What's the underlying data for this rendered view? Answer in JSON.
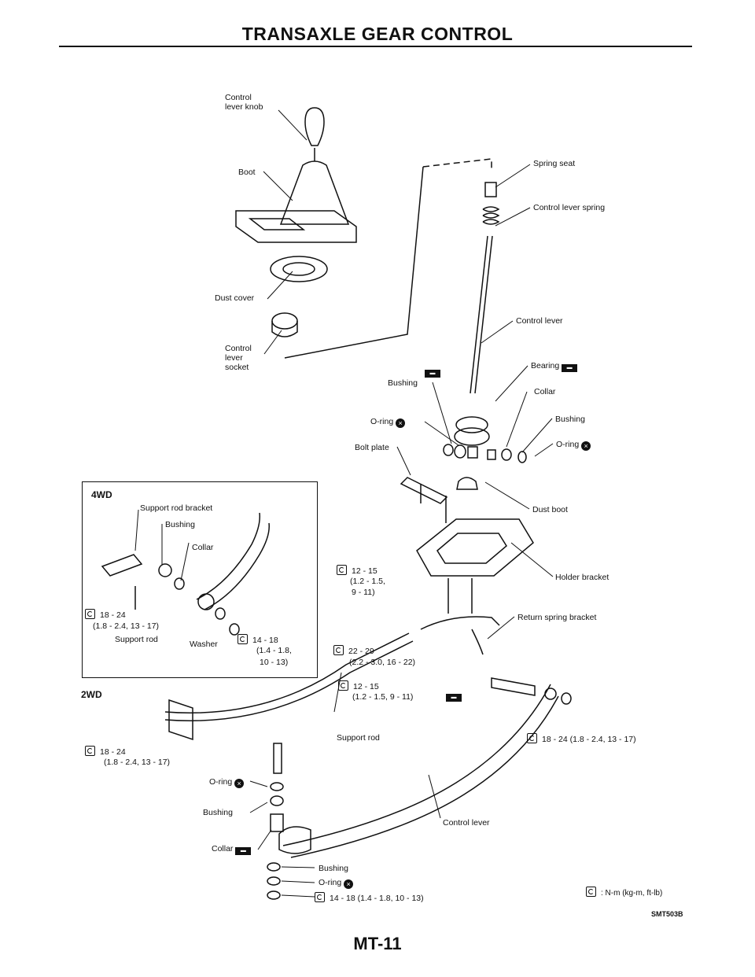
{
  "header": {
    "title": "TRANSAXLE GEAR CONTROL"
  },
  "labels": {
    "control_lever_knob": "Control\nlever knob",
    "boot": "Boot",
    "dust_cover": "Dust cover",
    "control_lever_socket": "Control\nlever\nsocket",
    "spring_seat": "Spring seat",
    "control_lever_spring": "Control lever spring",
    "control_lever_top": "Control lever",
    "bearing": "Bearing",
    "collar_top": "Collar",
    "bushing_right": "Bushing",
    "oring_right": "O-ring",
    "bushing_left": "Bushing",
    "oring_left": "O-ring",
    "bolt_plate": "Bolt plate",
    "dust_boot": "Dust boot",
    "holder_bracket": "Holder bracket",
    "return_spring_bracket": "Return spring bracket",
    "support_rod_2wd": "Support rod",
    "control_lever_bottom": "Control lever",
    "oring_bottom": "O-ring",
    "bushing_bottom": "Bushing",
    "collar_bottom": "Collar",
    "bushing_bottom2": "Bushing",
    "oring_bottom2": "O-ring"
  },
  "box4wd": {
    "title": "4WD",
    "support_rod_bracket": "Support rod bracket",
    "bushing": "Bushing",
    "collar": "Collar",
    "torque_a": "18 - 24",
    "torque_a2": "(1.8 - 2.4, 13 - 17)",
    "support_rod": "Support rod",
    "washer": "Washer",
    "torque_b": "14 - 18",
    "torque_b2": "(1.4 - 1.8,",
    "torque_b3": "10 - 13)"
  },
  "section_2wd": "2WD",
  "torques": {
    "t1_a": "12 - 15",
    "t1_b": "(1.2 - 1.5,",
    "t1_c": "9 - 11)",
    "t2_a": "22 - 29",
    "t2_b": "(2.2 - 3.0, 16 - 22)",
    "t3_a": "12 - 15",
    "t3_b": "(1.2 - 1.5, 9 - 11)",
    "t4": "18 - 24 (1.8 - 2.4, 13 - 17)",
    "t5_a": "18 - 24",
    "t5_b": "(1.8 - 2.4, 13 - 17)",
    "t6": "14 - 18 (1.4 - 1.8, 10 - 13)"
  },
  "legend": {
    "text": ": N-m (kg-m, ft-lb)"
  },
  "figure_code": "SMT503B",
  "page_number": "MT-11"
}
